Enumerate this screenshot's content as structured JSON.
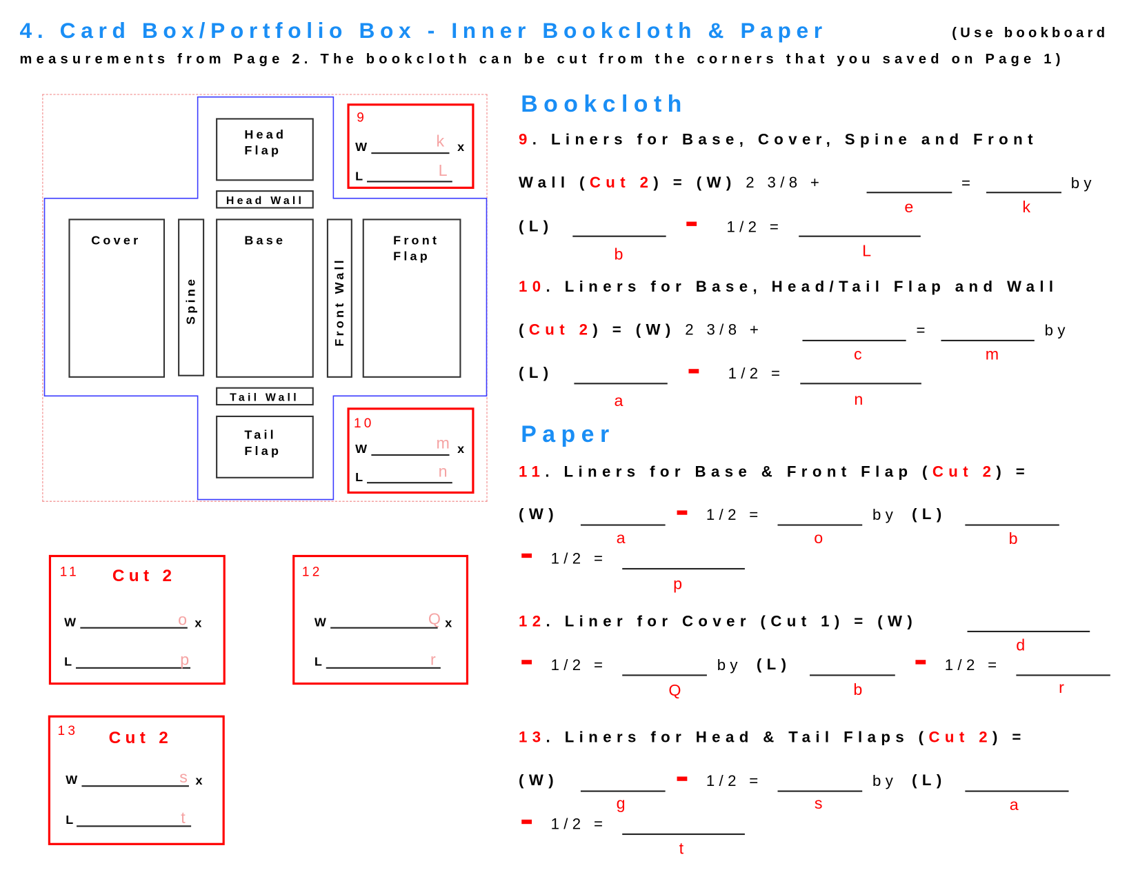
{
  "title": {
    "main": "4. Card Box/Portfolio Box - Inner Bookcloth & Paper",
    "note_part1": "(Use bookboard",
    "note_part2": "measurements from Page 2. The bookcloth can be cut from the corners that you saved on Page 1)"
  },
  "colors": {
    "heading_blue": "#1a8ef5",
    "accent_red": "#ff0000",
    "pink_var": "#f5a3a3",
    "cross_blue": "#3a3aff"
  },
  "diagram": {
    "head_flap": [
      "Head",
      "Flap"
    ],
    "head_wall": "Head Wall",
    "cover": "Cover",
    "spine": "Spine",
    "base": "Base",
    "front_wall": "Front Wall",
    "front_flap": [
      "Front",
      "Flap"
    ],
    "tail_wall": "Tail Wall",
    "tail_flap": [
      "Tail",
      "Flap"
    ],
    "box9": {
      "num": "9",
      "w": "W",
      "l": "L",
      "x": "x",
      "w_var": "k",
      "l_var": "L"
    },
    "box10": {
      "num": "10",
      "w": "W",
      "l": "L",
      "x": "x",
      "w_var": "m",
      "l_var": "n"
    }
  },
  "cut_boxes": [
    {
      "num": "11",
      "cut": "Cut 2",
      "w": "W",
      "l": "L",
      "x": "x",
      "w_var": "o",
      "l_var": "p"
    },
    {
      "num": "12",
      "w": "W",
      "l": "L",
      "x": "x",
      "w_var": "Q",
      "l_var": "r"
    },
    {
      "num": "13",
      "cut": "Cut 2",
      "w": "W",
      "l": "L",
      "x": "x",
      "w_var": "s",
      "l_var": "t"
    }
  ],
  "bookcloth": {
    "heading": "Bookcloth",
    "q9": {
      "num": "9",
      "title": ". Liners for Base, Cover, Spine and Front",
      "r2a": "Wall (",
      "cut": "Cut 2",
      "r2b": ") = (W)",
      "r2c": "2 3/8 +",
      "eq": "=",
      "by": "by",
      "r3a": "(L)",
      "half": "1/2 =",
      "vars": {
        "e": "e",
        "k": "k",
        "b": "b",
        "L": "L"
      }
    },
    "q10": {
      "num": "10",
      "title": ". Liners for Base, Head/Tail Flap and Wall",
      "r2a": "(",
      "cut": "Cut 2",
      "r2b": ") = (W)",
      "r2c": "2 3/8 +",
      "eq": "=",
      "by": "by",
      "r3a": "(L)",
      "half": "1/2 =",
      "vars": {
        "c": "c",
        "m": "m",
        "a": "a",
        "n": "n"
      }
    }
  },
  "paper": {
    "heading": "Paper",
    "q11": {
      "num": "11",
      "title_a": ". Liners for Base & Front Flap (",
      "cut": "Cut 2",
      "title_b": ") =",
      "w": "(W)",
      "half": "1/2 =",
      "by": "by",
      "l": "(L)",
      "vars": {
        "a": "a",
        "o": "o",
        "b": "b",
        "p": "p"
      }
    },
    "q12": {
      "num": "12",
      "title": ". Liner for Cover (Cut 1) = (W)",
      "half": "1/2 =",
      "by": "by",
      "l": "(L)",
      "vars": {
        "d": "d",
        "Q": "Q",
        "b": "b",
        "r": "r"
      }
    },
    "q13": {
      "num": "13",
      "title_a": ". Liners for Head & Tail Flaps (",
      "cut": "Cut 2",
      "title_b": ") =",
      "w": "(W)",
      "half": "1/2 =",
      "by": "by",
      "l": "(L)",
      "vars": {
        "g": "g",
        "s": "s",
        "a": "a",
        "t": "t"
      }
    }
  }
}
